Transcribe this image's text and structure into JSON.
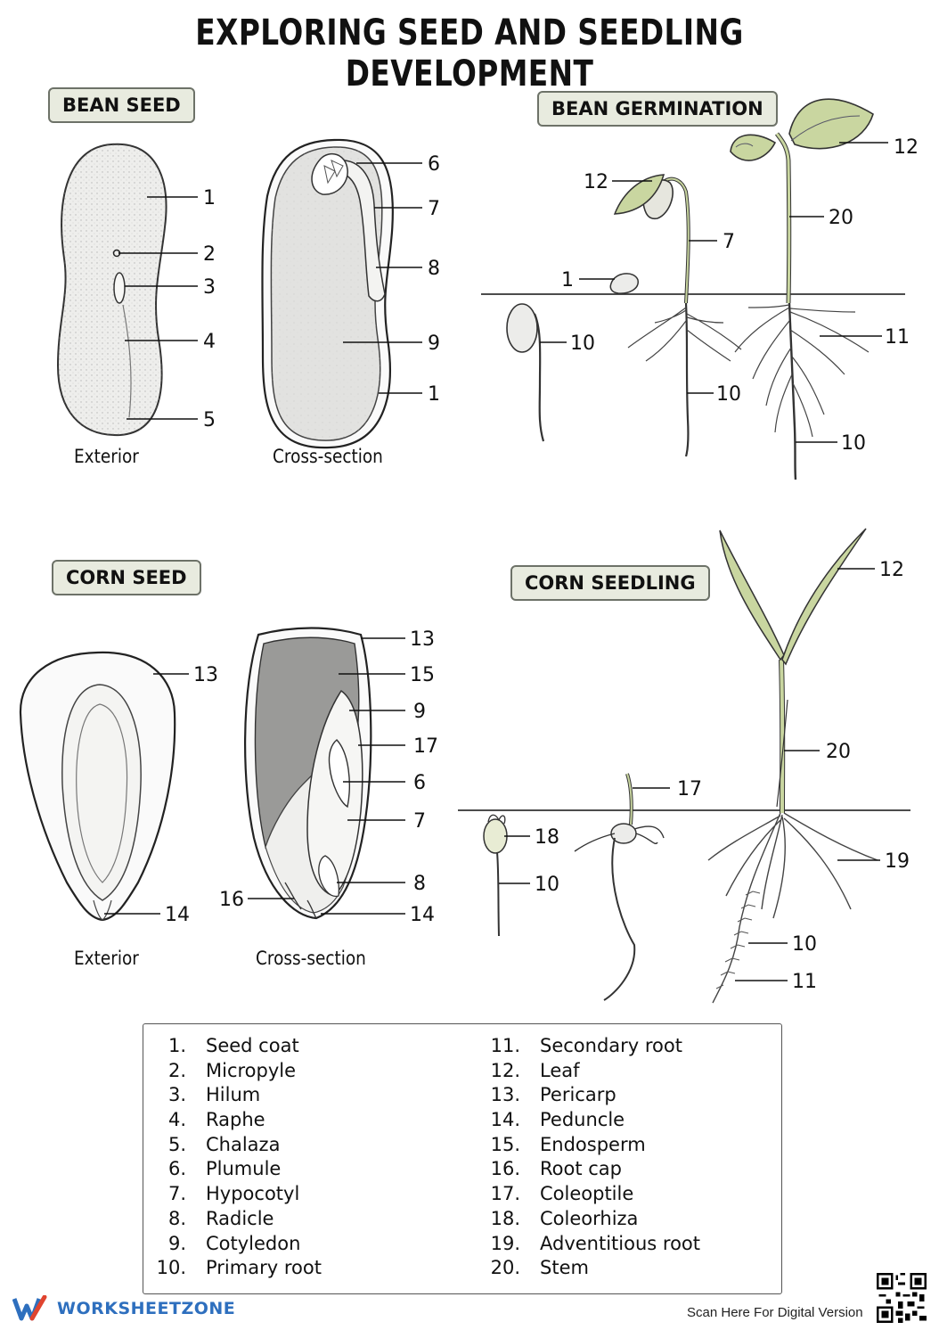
{
  "title": "EXPLORING SEED AND SEEDLING DEVELOPMENT",
  "sections": {
    "bean_seed": "BEAN SEED",
    "bean_germination": "BEAN GERMINATION",
    "corn_seed": "CORN SEED",
    "corn_seedling": "CORN SEEDLING"
  },
  "captions": {
    "bean_exterior": "Exterior",
    "bean_cross_section": "Cross-section",
    "corn_exterior": "Exterior",
    "corn_cross_section": "Cross-section"
  },
  "callouts": {
    "bean_exterior": [
      "1",
      "2",
      "3",
      "4",
      "5"
    ],
    "bean_cross_section": [
      "6",
      "7",
      "8",
      "9",
      "1"
    ],
    "bean_germination": [
      "12",
      "7",
      "1",
      "10",
      "12",
      "20",
      "11",
      "10",
      "10"
    ],
    "corn_exterior": [
      "13",
      "14"
    ],
    "corn_cross_section": [
      "13",
      "15",
      "9",
      "17",
      "6",
      "7",
      "8",
      "14",
      "16"
    ],
    "corn_seedling": [
      "17",
      "18",
      "10",
      "12",
      "20",
      "19",
      "10",
      "11"
    ]
  },
  "legend": [
    {
      "num": "1.",
      "label": "Seed coat"
    },
    {
      "num": "2.",
      "label": "Micropyle"
    },
    {
      "num": "3.",
      "label": "Hilum"
    },
    {
      "num": "4.",
      "label": "Raphe"
    },
    {
      "num": "5.",
      "label": "Chalaza"
    },
    {
      "num": "6.",
      "label": "Plumule"
    },
    {
      "num": "7.",
      "label": "Hypocotyl"
    },
    {
      "num": "8.",
      "label": "Radicle"
    },
    {
      "num": "9.",
      "label": "Cotyledon"
    },
    {
      "num": "10.",
      "label": "Primary root"
    },
    {
      "num": "11.",
      "label": "Secondary root"
    },
    {
      "num": "12.",
      "label": "Leaf"
    },
    {
      "num": "13.",
      "label": "Pericarp"
    },
    {
      "num": "14.",
      "label": "Peduncle"
    },
    {
      "num": "15.",
      "label": "Endosperm"
    },
    {
      "num": "16.",
      "label": "Root cap"
    },
    {
      "num": "17.",
      "label": "Coleoptile"
    },
    {
      "num": "18.",
      "label": "Coleorhiza"
    },
    {
      "num": "19.",
      "label": "Adventitious root"
    },
    {
      "num": "20.",
      "label": "Stem"
    }
  ],
  "footer": {
    "brand": "WORKSHEETZONE",
    "scan_text": "Scan Here For Digital Version"
  },
  "colors": {
    "label_bg": "#e8ebdf",
    "leaf_green": "#c9d6a0",
    "seed_fill": "#ececea",
    "endosperm_fill": "#9a9a98",
    "brand_blue": "#2e6fbe",
    "brand_red": "#e0442f"
  }
}
